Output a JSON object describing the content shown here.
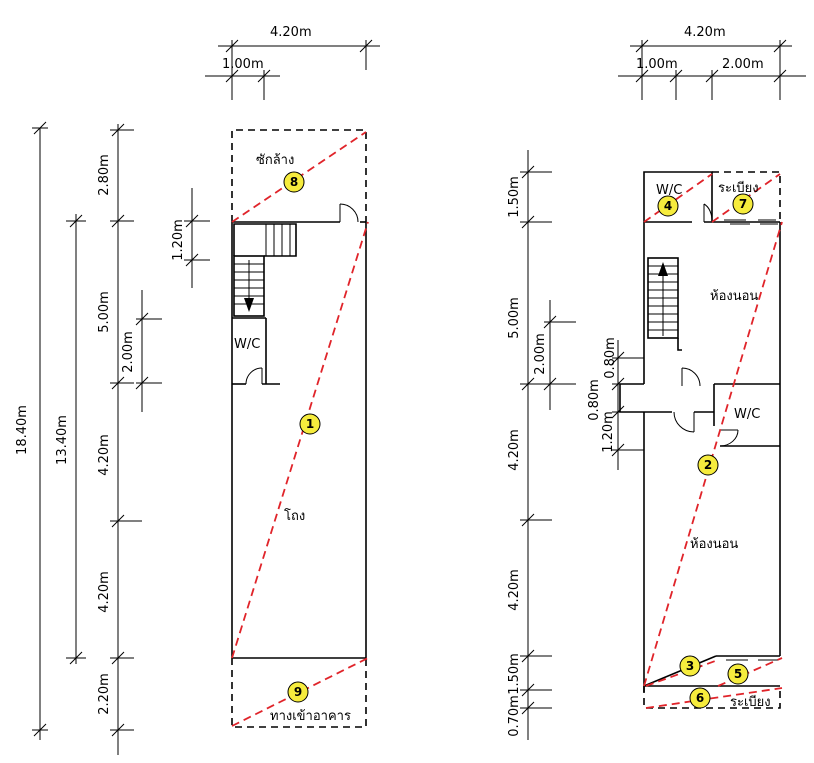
{
  "plan_left": {
    "dims_top": {
      "total": "4.20m",
      "part": "1.00m"
    },
    "dims_side": {
      "overall": "18.40m",
      "main": "13.40m",
      "seg_top": "2.80m",
      "seg_a": "5.00m",
      "seg_b": "4.20m",
      "seg_c": "4.20m",
      "seg_bottom": "2.20m",
      "stair_w": "1.20m",
      "wc_h": "2.00m"
    },
    "rooms": {
      "wash": "ซักล้าง",
      "wc": "W/C",
      "hall": "โถง",
      "entrance": "ทางเข้าอาคาร"
    },
    "badges": [
      "1",
      "8",
      "9"
    ]
  },
  "plan_right": {
    "dims_top": {
      "total": "4.20m",
      "part_a": "1.00m",
      "part_b": "2.00m"
    },
    "dims_side": {
      "seg_top": "1.50m",
      "seg_a": "5.00m",
      "seg_mid": "2.00m",
      "seg_b": "4.20m",
      "seg_c": "4.20m",
      "seg_bot1": "1.50m",
      "seg_bot2": "0.70m",
      "d1": "0.80m",
      "d2": "0.80m",
      "d3": "1.20m"
    },
    "rooms": {
      "wc_top": "W/C",
      "balcony_top": "ระเบียง",
      "bedroom_top": "ห้องนอน",
      "wc_mid": "W/C",
      "bedroom_bottom": "ห้องนอน",
      "balcony_bottom": "ระเบียง"
    },
    "badges": [
      "2",
      "3",
      "4",
      "5",
      "6",
      "7"
    ]
  }
}
